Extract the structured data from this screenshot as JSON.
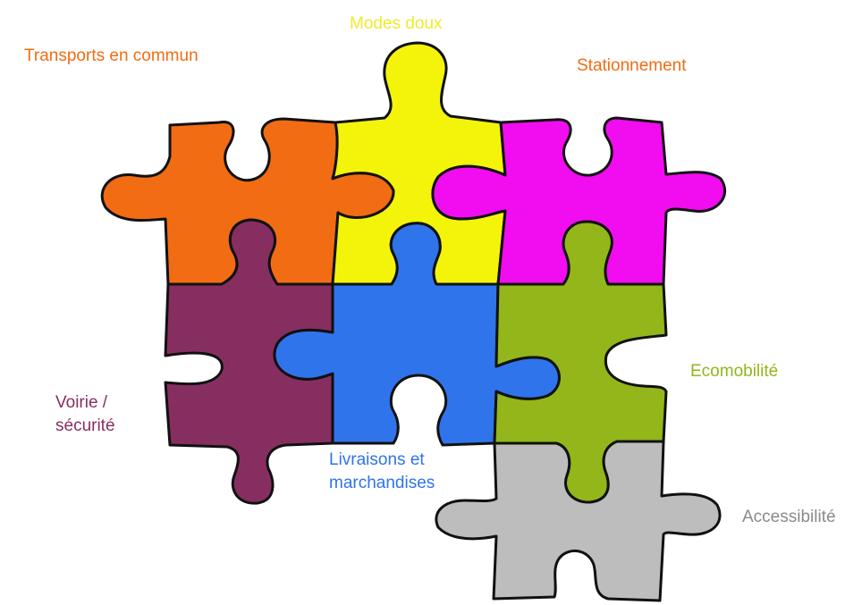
{
  "pieces": [
    {
      "id": "transports",
      "label_lines": [
        "Transports en commun"
      ],
      "color": "#F26C13"
    },
    {
      "id": "modes-doux",
      "label_lines": [
        "Modes doux"
      ],
      "color": "#F3F40A"
    },
    {
      "id": "stationnement",
      "label_lines": [
        "Stationnement"
      ],
      "color": "#F20CF0"
    },
    {
      "id": "voirie",
      "label_lines": [
        "Voirie /",
        "sécurité"
      ],
      "color": "#872E60"
    },
    {
      "id": "livraisons",
      "label_lines": [
        "Livraisons et",
        "marchandises"
      ],
      "color": "#2F74EB"
    },
    {
      "id": "ecomobilite",
      "label_lines": [
        "Ecomobilité"
      ],
      "color": "#93B61A"
    },
    {
      "id": "accessibilite",
      "label_lines": [
        "Accessibilité"
      ],
      "color": "#BDBDBD"
    }
  ],
  "label_colors": {
    "transports": "#F26C13",
    "modes-doux": "#F0EA2C",
    "stationnement": "#F26C13",
    "voirie": "#872E60",
    "livraisons": "#2F74EB",
    "ecomobilite": "#93B61A",
    "accessibilite": "#8A8A8A"
  }
}
